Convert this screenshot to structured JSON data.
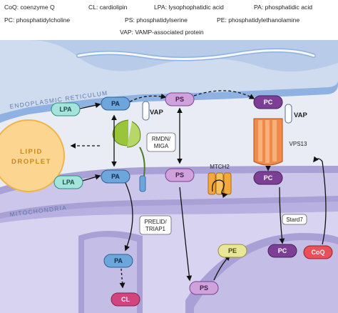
{
  "legend": {
    "coq": "CoQ: coenzyme Q",
    "cl": "CL: cardiolipin",
    "lpa": "LPA: lysophophatidic acid",
    "pa": "PA: phosphatidic acid",
    "pc": "PC: phosphatidylcholine",
    "ps": "PS: phosphatidylserine",
    "pe": "PE: phosphatidylethanolamine",
    "vap": "VAP: VAMP-associated protein"
  },
  "organelles": {
    "er": "ENDOPLASMIC RETICULUM",
    "mito": "MITOCHONDRIA",
    "droplet_line1": "LIPID",
    "droplet_line2": "DROPLET"
  },
  "lipids": {
    "lpa_er": "LPA",
    "pa_er": "PA",
    "ps_er": "PS",
    "pc_er": "PC",
    "lpa_mito": "LPA",
    "pa_mito": "PA",
    "ps_mito": "PS",
    "pc_mito": "PC",
    "pa_inner": "PA",
    "cl": "CL",
    "ps_inner": "PS",
    "pe": "PE",
    "pc_inner": "PC",
    "coq": "CoQ"
  },
  "proteins": {
    "vap_left": "VAP",
    "vap_right": "VAP",
    "rmdn_line1": "RMDN/",
    "rmdn_line2": "MIGA",
    "mtch2": "MTCH2",
    "vps13": "VPS13",
    "prelid_line1": "PRELID/",
    "prelid_line2": "TRIAP1",
    "stard7": "Stard7"
  },
  "colors": {
    "lpa": "#a5e4dc",
    "pa": "#6da6db",
    "ps": "#cfa2dc",
    "pc": "#7d3f96",
    "pe": "#e9e69a",
    "cl": "#d2447e",
    "coq": "#e8505b",
    "er_membrane": "#8fb2e2",
    "mito_membrane": "#a9a0d6",
    "droplet": "#fbc766"
  }
}
